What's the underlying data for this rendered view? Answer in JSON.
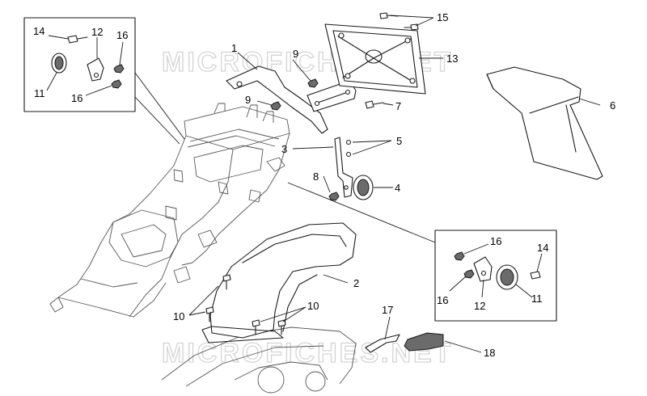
{
  "watermark": "MICROFICHES.NET",
  "callouts": {
    "c1": "1",
    "c2": "2",
    "c3": "3",
    "c4": "4",
    "c5": "5",
    "c6": "6",
    "c7": "7",
    "c8": "8",
    "c9a": "9",
    "c9b": "9",
    "c10a": "10",
    "c10b": "10",
    "c11a": "11",
    "c11b": "11",
    "c12a": "12",
    "c12b": "12",
    "c13": "13",
    "c14a": "14",
    "c14b": "14",
    "c15": "15",
    "c16a": "16",
    "c16b": "16",
    "c16c": "16",
    "c16d": "16",
    "c17": "17",
    "c18": "18"
  }
}
